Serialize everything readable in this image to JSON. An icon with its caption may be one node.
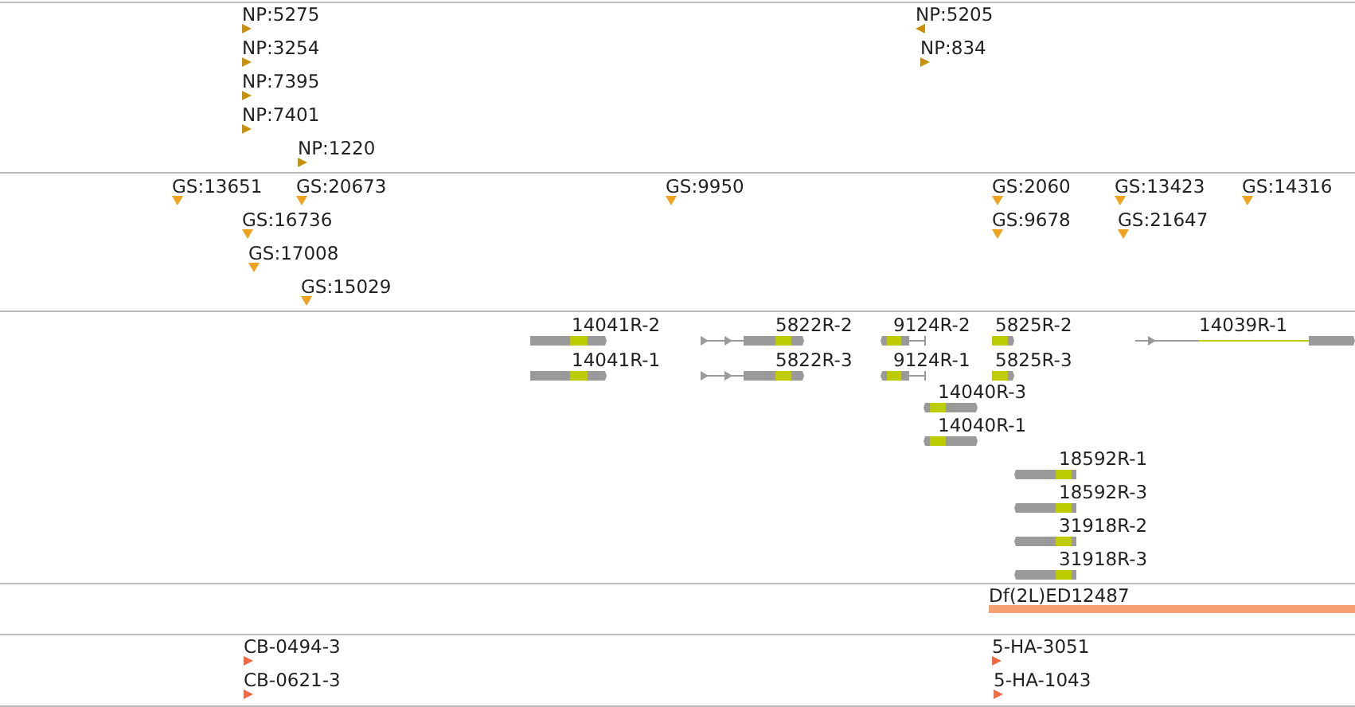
{
  "diagram": {
    "labels": [
      "NP:5275",
      "NP:5205",
      "NP:3254",
      "NP:834",
      "NP:7395",
      "NP:7401",
      "NP:1220",
      "GS:13651",
      "GS:20673",
      "GS:9950",
      "GS:2060",
      "GS:13423",
      "GS:14316",
      "GS:16736",
      "GS:9678",
      "GS:21647",
      "GS:17008",
      "GS:15029",
      "14041R-2",
      "5822R-2",
      "9124R-2",
      "5825R-2",
      "14039R-1",
      "14041R-1",
      "5822R-3",
      "9124R-1",
      "5825R-3",
      "14040R-3",
      "14040R-1",
      "18592R-1",
      "18592R-3",
      "31918R-2",
      "31918R-3",
      "Df(2L)ED12487",
      "CB-0494-3",
      "5-HA-3051",
      "CB-0621-3",
      "5-HA-1043"
    ]
  }
}
